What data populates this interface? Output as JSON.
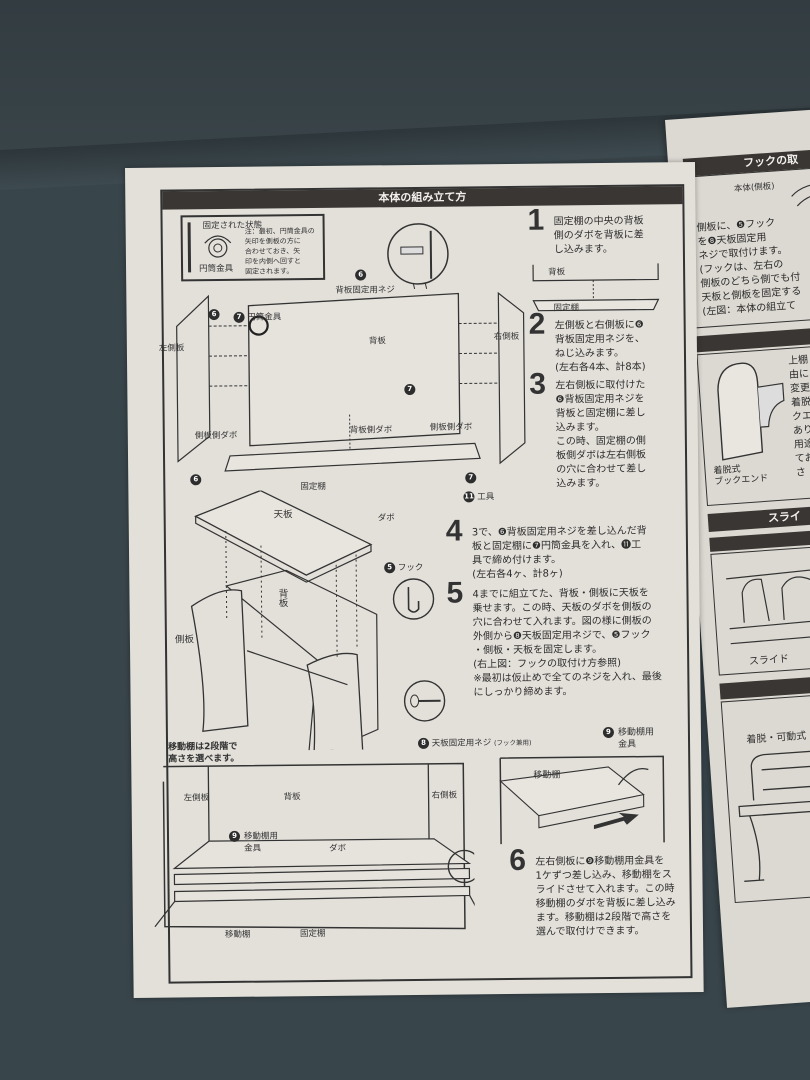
{
  "document": {
    "section_title": "本体の組み立て方",
    "note_box": {
      "heading": "固定された状態",
      "part_label": "円筒金具",
      "note": "注：最初、円筒金具の\n矢印を側板の方に\n合わせておき、矢\n印を内側へ回すと\n固定されます。"
    },
    "callout_screw": {
      "marker": "6",
      "label": "背板固定用ネジ"
    },
    "steps": [
      {
        "number": "1",
        "text": "固定棚の中央の背板\n側のダボを背板に差\nし込みます。"
      },
      {
        "number": "2",
        "text": "左側板と右側板に❻\n背板固定用ネジを、\nねじ込みます。\n(左右各4本、計8本)"
      },
      {
        "number": "3",
        "text": "左右側板に取付けた\n❻背板固定用ネジを\n背板と固定棚に差し\n込みます。\nこの時、固定棚の側\n板側ダボは左右側板\nの穴に合わせて差し\n込みます。"
      },
      {
        "number": "4",
        "text": "3で、❻背板固定用ネジを差し込んだ背\n板と固定棚に❼円筒金具を入れ、⓫工\n具で締め付けます。\n(左右各4ヶ、計8ヶ)"
      },
      {
        "number": "5",
        "text": "4までに組立てた、背板・側板に天板を\n乗せます。この時、天板のダボを側板の\n穴に合わせて入れます。図の様に側板の\n外側から❽天板固定用ネジで、❺フック\n・側板・天板を固定します。\n(右上図：フックの取付け方参照)\n※最初は仮止めで全てのネジを入れ、最後\nにしっかり締めます。"
      },
      {
        "number": "6",
        "text": "左右側板に❾移動棚用金具を\n1ケずつ差し込み、移動棚をス\nライドさせて入れます。この時\n移動棚のダボを背板に差し込み\nます。移動棚は2段階で高さを\n選んで取付けできます。"
      }
    ],
    "diagram1_labels": {
      "back_panel": "背板",
      "fixed_shelf": "固定棚"
    },
    "diagram2_labels": {
      "left_side": "左側板",
      "right_side": "右側板",
      "back_panel": "背板",
      "cylinder_fitting": "円筒金具",
      "side_dowel_left": "側板側ダボ",
      "side_dowel_right": "側板側ダボ",
      "back_dowel": "背板側ダボ",
      "fixed_shelf": "固定棚",
      "tool": "工具",
      "marker_6": "6",
      "marker_7": "7",
      "marker_11": "11"
    },
    "diagram3_labels": {
      "top_panel": "天板",
      "dowel": "ダボ",
      "back_panel": "背板",
      "side_panel": "側板",
      "hook": "フック",
      "hook_marker": "5",
      "top_screw": "天板固定用ネジ",
      "top_screw_note": "(フック兼用)",
      "top_screw_marker": "8"
    },
    "diagram4_labels": {
      "height_note": "移動棚は2段階で\n高さを選べます。",
      "left_side": "左側板",
      "back_panel": "背板",
      "right_side": "右側板",
      "fitting": "移動棚用\n金具",
      "fitting_marker": "9",
      "dowel": "ダボ",
      "movable_shelf": "移動棚",
      "fixed_shelf": "固定棚"
    },
    "diagram5_labels": {
      "movable_shelf": "移動棚",
      "fitting": "移動棚用\n金具",
      "fitting_marker": "9"
    },
    "right_page": {
      "hook_section_title": "フックの取",
      "hook_body_label": "本体(側板)",
      "hook_text": "側板に、❺フック\nを❽天板固定用\nネジで取付けます。\n(フックは、左右の\n側板のどちら側でも付\n天板と側板を固定する\n(左図：本体の組立て",
      "bookend_label": "着脱式\nブックエンド",
      "bookend_text": "上棚\n由に\n変更\n着脱\nクエ\nあり\n用途\nてお\nさ",
      "slide_section_title": "スライ",
      "slide_label": "スライド",
      "removable_label": "着脱・可動式"
    }
  }
}
